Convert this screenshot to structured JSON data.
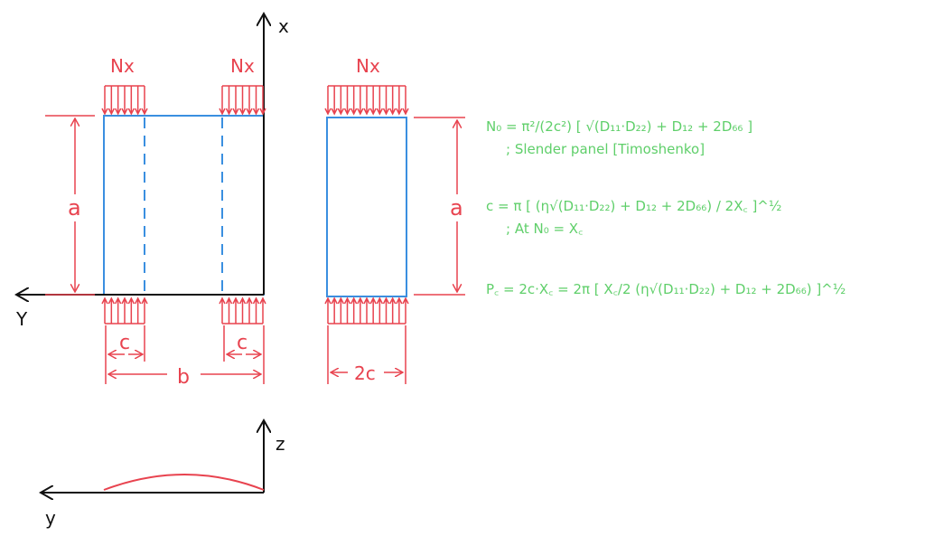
{
  "colors": {
    "load": "#e8434f",
    "panel": "#3a8fe0",
    "axis": "#111111",
    "equation": "#5fcf6a"
  },
  "labels": {
    "axis_x": "x",
    "axis_y": "Y",
    "axis_z": "z",
    "axis_y_bottom": "y",
    "load_left": "Nx",
    "load_right": "Nx",
    "load_single": "Nx",
    "dim_a_left": "a",
    "dim_a_right": "a",
    "dim_c_left": "c",
    "dim_c_right": "c",
    "dim_b": "b",
    "dim_2c": "2c"
  },
  "equations": {
    "eq1": "N₀ = π²/(2c²) [ √(D₁₁·D₂₂) + D₁₂ + 2D₆₆ ]",
    "eq1_note": "; Slender panel [Timoshenko]",
    "eq2": "c = π [ (η√(D₁₁·D₂₂) + D₁₂ + 2D₆₆) / 2X꜀ ]^½",
    "eq2_note": "; At N₀ = X꜀",
    "eq3": "P꜀ = 2c·X꜀ = 2π [ X꜀/2 (η√(D₁₁·D₂₂) + D₁₂ + 2D₆₆) ]^½"
  }
}
